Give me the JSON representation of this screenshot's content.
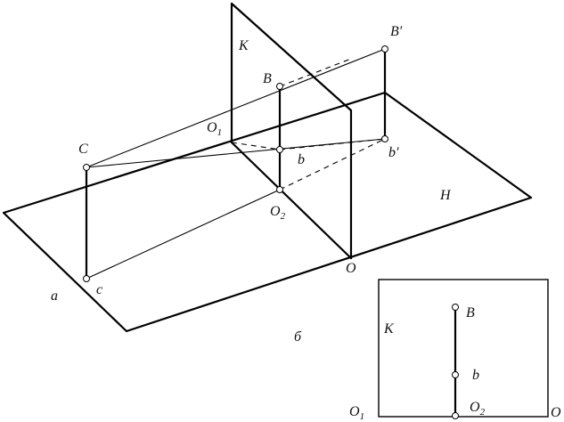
{
  "figure_a": {
    "caption": "a",
    "planes": {
      "horizontal": "H",
      "vertical": "K"
    },
    "points": {
      "B_prime": "B′",
      "B": "B",
      "C": "C",
      "b_prime": "b′",
      "b": "b",
      "c": "c",
      "O": "O",
      "O1_base": "O",
      "O1_sub": "1",
      "O2_base": "O",
      "O2_sub": "2"
    }
  },
  "figure_b": {
    "caption": "б",
    "plane": "K",
    "points": {
      "B": "B",
      "b": "b",
      "O": "O",
      "O1_base": "O",
      "O1_sub": "1",
      "O2_base": "O",
      "O2_sub": "2"
    }
  }
}
